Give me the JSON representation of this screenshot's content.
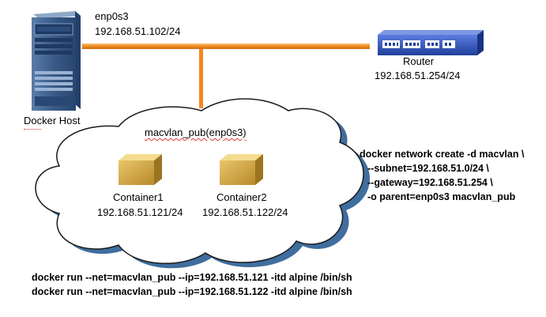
{
  "host": {
    "label": "Docker Host",
    "iface_name": "enp0s3",
    "iface_ip": "192.168.51.102/24"
  },
  "router": {
    "label": "Router",
    "ip": "192.168.51.254/24"
  },
  "network": {
    "name": "macvlan_pub(enp0s3)"
  },
  "containers": [
    {
      "name": "Container1",
      "ip": "192.168.51.121/24"
    },
    {
      "name": "Container2",
      "ip": "192.168.51.122/24"
    }
  ],
  "create_cmd": {
    "line1": "docker network create -d macvlan \\",
    "line2": "--subnet=192.168.51.0/24 \\",
    "line3": "--gateway=192.168.51.254  \\",
    "line4": "-o parent=enp0s3 macvlan_pub"
  },
  "run_cmds": [
    "docker  run --net=macvlan_pub --ip=192.168.51.121 -itd alpine /bin/sh",
    "docker  run --net=macvlan_pub --ip=192.168.51.122 -itd alpine /bin/sh"
  ],
  "colors": {
    "link": "#f4a24a",
    "cloud_shadow": "#3f6e9e",
    "cloud_outline": "#1a1a1a",
    "server": "#3b5d8a",
    "router": "#2f54b6"
  }
}
